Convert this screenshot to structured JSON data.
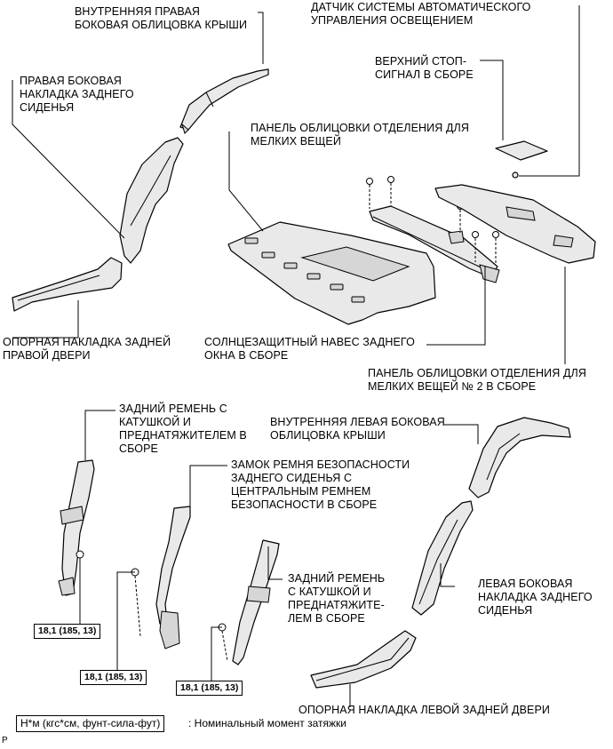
{
  "labels": {
    "inner_right_roof_trim": "ВНУТРЕННЯЯ ПРАВАЯ\nБОКОВАЯ ОБЛИЦОВКА КРЫШИ",
    "auto_light_sensor": "ДАТЧИК СИСТЕМЫ АВТОМАТИЧЕСКОГО\nУПРАВЛЕНИЯ ОСВЕЩЕНИЕМ",
    "high_stop_lamp": "ВЕРХНИЙ СТОП-\nСИГНАЛ В СБОРЕ",
    "right_rear_seat_side_cover": "ПРАВАЯ БОКОВАЯ\nНАКЛАДКА ЗАДНЕГО\nСИДЕНЬЯ",
    "package_tray_trim_panel": "ПАНЕЛЬ ОБЛИЦОВКИ ОТДЕЛЕНИЯ ДЛЯ\nМЕЛКИХ ВЕЩЕЙ",
    "rear_right_door_scuff_plate": "ОПОРНАЯ НАКЛАДКА ЗАДНЕЙ\nПРАВОЙ ДВЕРИ",
    "rear_window_sunshade": "СОЛНЦЕЗАЩИТНЫЙ НАВЕС ЗАДНЕГО\nОКНА В СБОРЕ",
    "package_tray_trim_panel_no2": "ПАНЕЛЬ ОБЛИЦОВКИ ОТДЕЛЕНИЯ ДЛЯ\nМЕЛКИХ ВЕЩЕЙ № 2 В СБОРЕ",
    "rear_seat_belt_right": "ЗАДНИЙ РЕМЕНЬ С\nКАТУШКОЙ И\nПРЕДНАТЯЖИТЕЛЕМ В\nСБОРЕ",
    "inner_left_roof_trim": "ВНУТРЕННЯЯ ЛЕВАЯ БОКОВАЯ\nОБЛИЦОВКА КРЫШИ",
    "rear_seat_buckle_center_belt": "ЗАМОК РЕМНЯ БЕЗОПАСНОСТИ\nЗАДНЕГО СИДЕНЬЯ С\nЦЕНТРАЛЬНЫМ РЕМНЕМ\nБЕЗОПАСНОСТИ В СБОРЕ",
    "rear_seat_belt_left": "ЗАДНИЙ РЕМЕНЬ\nС КАТУШКОЙ И\nПРЕДНАТЯЖИТЕ-\nЛЕМ В СБОРЕ",
    "left_rear_seat_side_cover": "ЛЕВАЯ БОКОВАЯ\nНАКЛАДКА ЗАДНЕГО\nСИДЕНЬЯ",
    "rear_left_door_scuff_plate": "ОПОРНАЯ НАКЛАДКА ЛЕВОЙ ЗАДНЕЙ ДВЕРИ"
  },
  "torque": {
    "belt_right": "18,1 (185, 13)",
    "buckle_center": "18,1 (185, 13)",
    "belt_left": "18,1 (185, 13)"
  },
  "legend": {
    "unit_box": "Н*м (кгс*см, фунт-сила-фут)",
    "description": ": Номинальный момент затяжки"
  },
  "page_mark": "P"
}
